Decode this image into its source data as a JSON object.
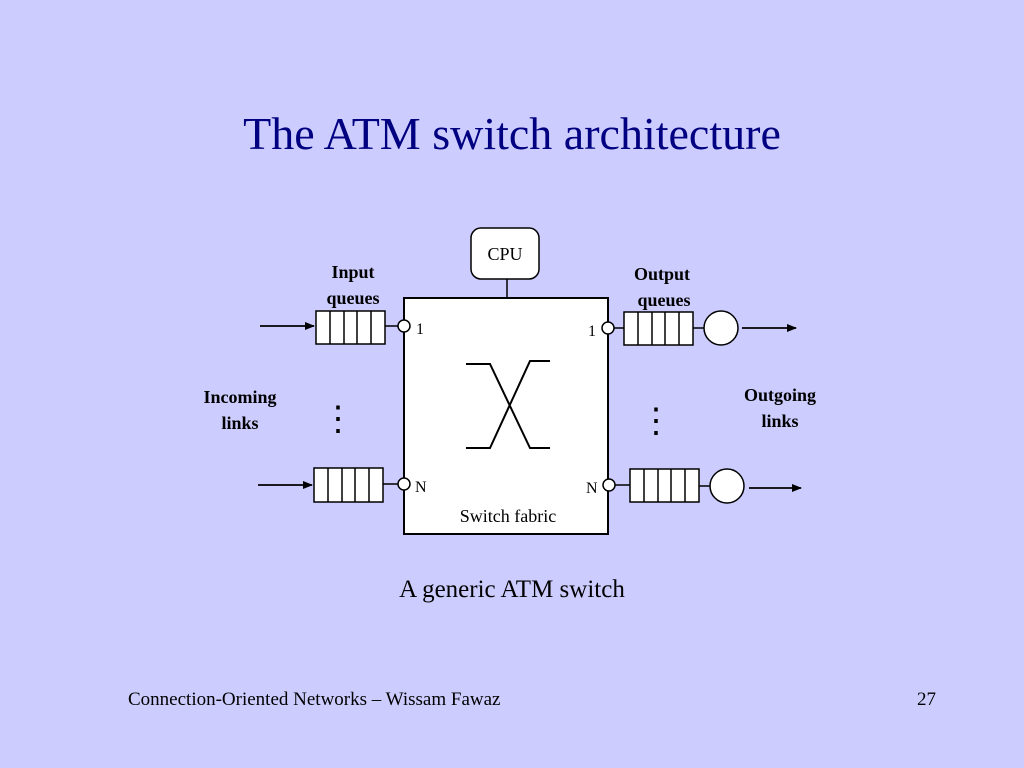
{
  "slide": {
    "title": "The ATM switch architecture",
    "caption": "A generic ATM switch",
    "footer": "Connection-Oriented Networks – Wissam Fawaz",
    "page_number": "27"
  },
  "diagram": {
    "cpu_label": "CPU",
    "input_queues_label": [
      "Input",
      "queues"
    ],
    "output_queues_label": [
      "Output",
      "queues"
    ],
    "incoming_links_label": [
      "Incoming",
      "links"
    ],
    "outgoing_links_label": [
      "Outgoing",
      "links"
    ],
    "port_first_label": "1",
    "port_last_label": "N",
    "switch_fabric_label": "Switch fabric",
    "ellipsis": "⋮"
  }
}
